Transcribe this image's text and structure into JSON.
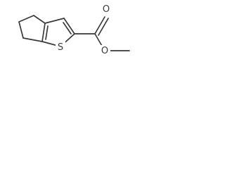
{
  "molecule": {
    "atoms": {
      "sulfur": "S",
      "carbonyl_oxygen": "O",
      "ester_oxygen": "O"
    }
  },
  "colors": {
    "bond": "#3a3a3a",
    "background": "#ffffff"
  }
}
